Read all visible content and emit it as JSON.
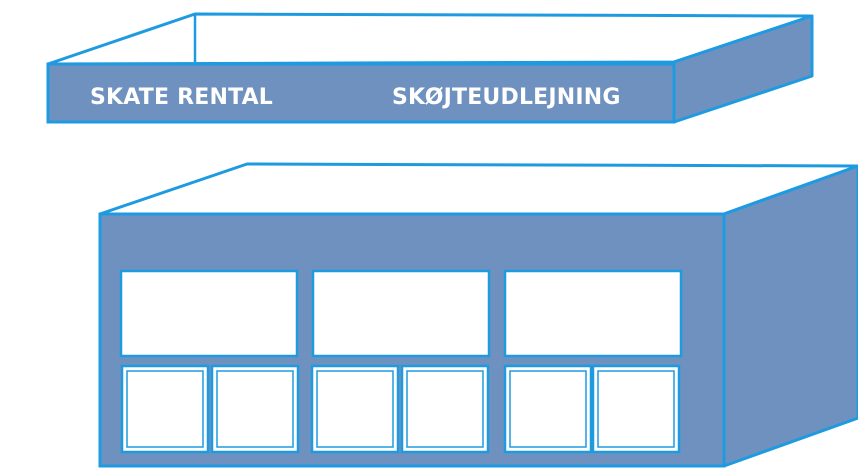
{
  "sign": {
    "label_en": "SKATE RENTAL",
    "label_da": "SKØJTEUDLEJNING"
  },
  "colors": {
    "outline": "#1e9be0",
    "fill": "#6f91bf",
    "text": "#ffffff",
    "background": "#ffffff"
  },
  "building": {
    "upper_window_count": 3,
    "lower_window_count": 6
  }
}
